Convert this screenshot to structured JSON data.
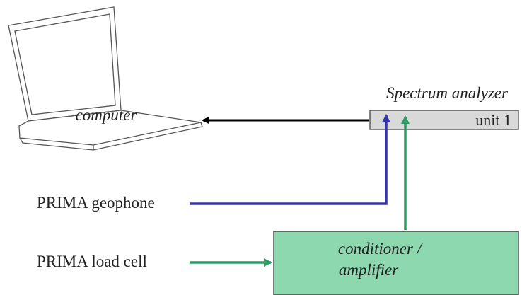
{
  "diagram": {
    "computer_label": "computer",
    "analyzer_title": "Spectrum analyzer",
    "analyzer_unit": "unit 1",
    "geophone_label": "PRIMA geophone",
    "loadcell_label": "PRIMA load cell",
    "conditioner_line1": "conditioner /",
    "conditioner_line2": "amplifier"
  },
  "colors": {
    "analyzer_fill": "#d9d9d9",
    "conditioner_fill": "#8ed8b0",
    "geophone_wire": "#3333aa",
    "loadcell_wire": "#2e9a66",
    "data_wire": "#000000"
  }
}
